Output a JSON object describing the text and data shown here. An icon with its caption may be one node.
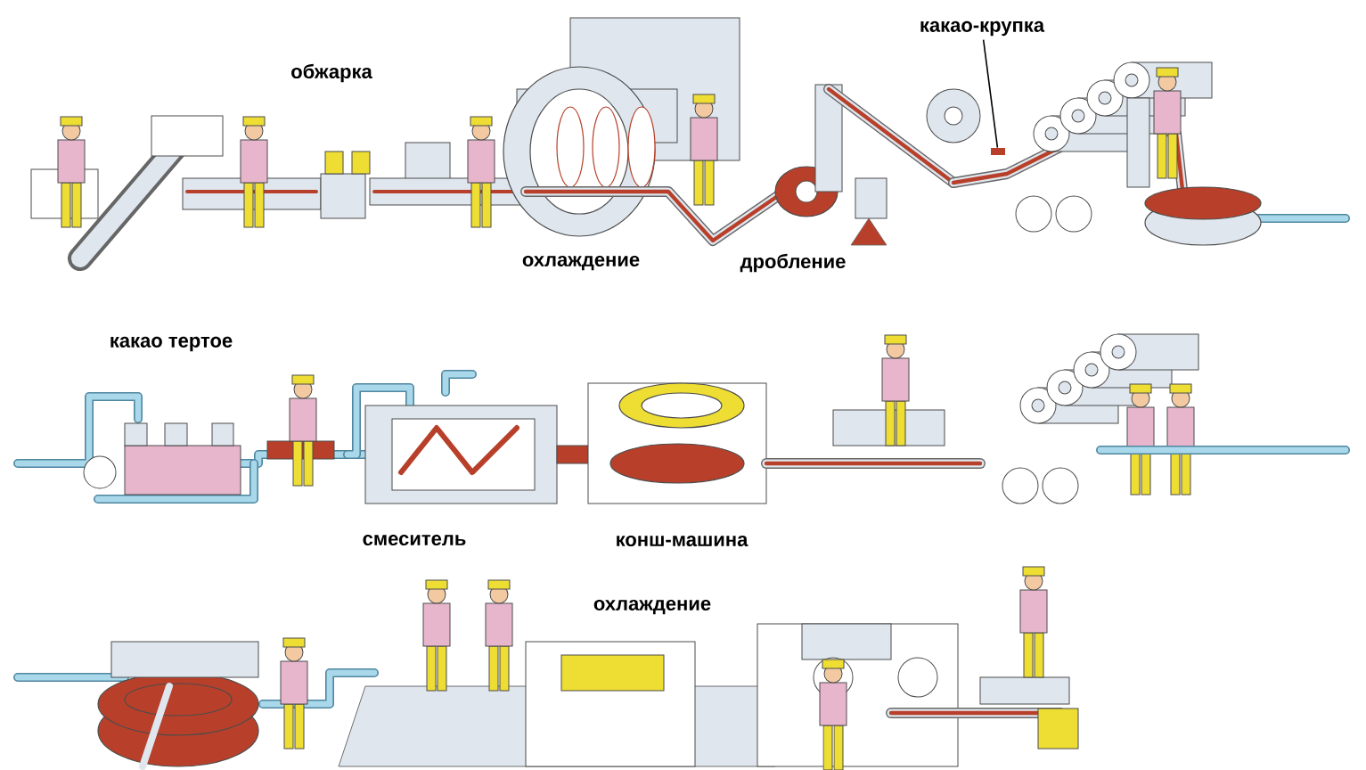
{
  "diagram": {
    "nodes": [
      {
        "text": [
          "какао-крупка"
        ]
      },
      {
        "text": [],
        "shape": "box"
      }
    ],
    "edges": [
      {
        "from": 0,
        "to": 1,
        "arrow": "none"
      }
    ],
    "labels": [
      "обжарка",
      "охлаждение",
      "дробление",
      "какао тертое",
      "смеситель",
      "конш-машина",
      "охлаждение"
    ]
  }
}
